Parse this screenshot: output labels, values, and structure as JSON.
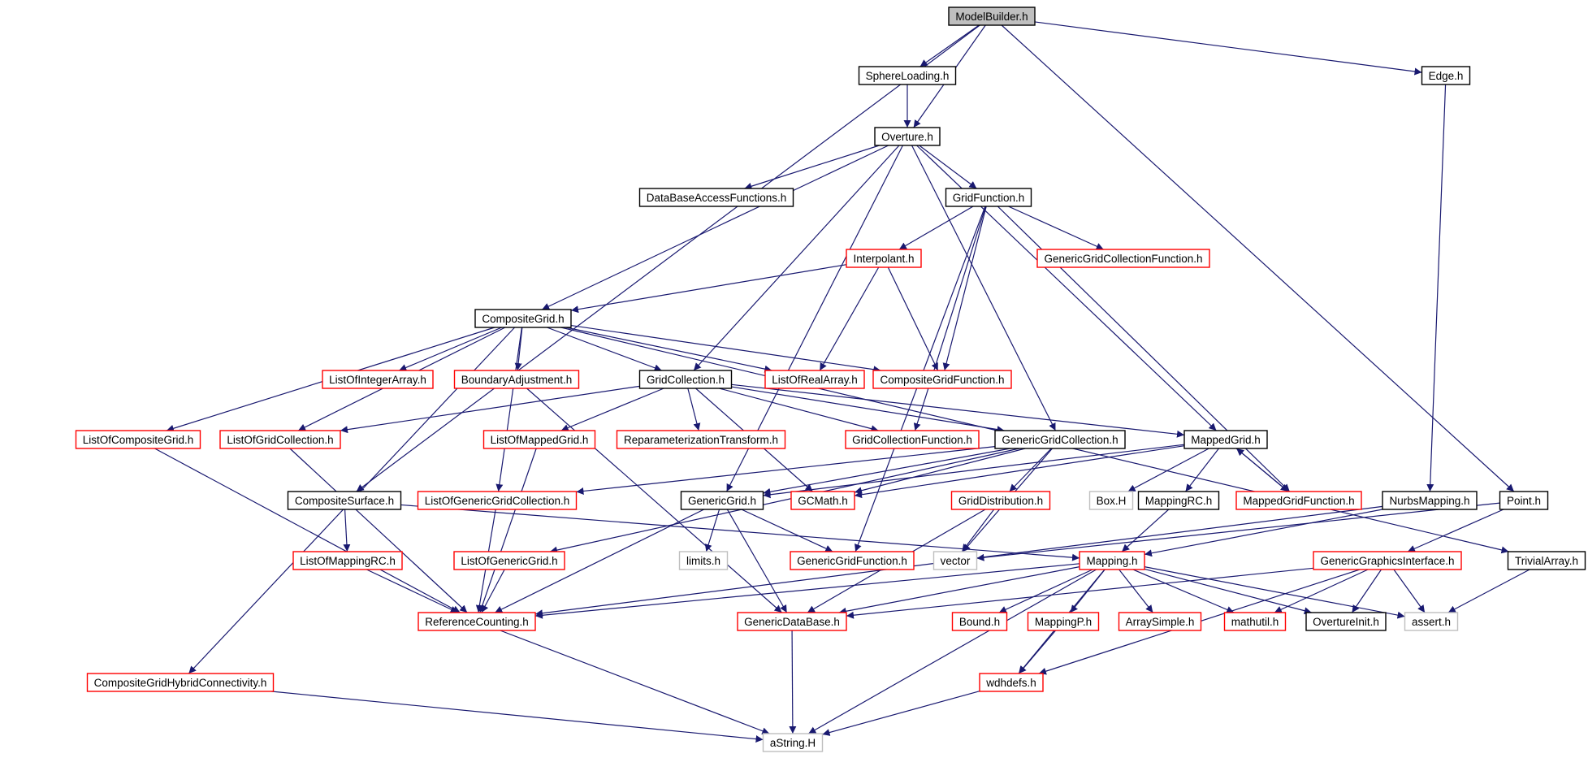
{
  "colors": {
    "edge": "#191970",
    "box_black": "#000000",
    "box_red": "#ff0000",
    "box_gray": "#bfbfbf",
    "root_fill": "#bfbfbf"
  },
  "nodes": [
    {
      "id": "ModelBuilder",
      "label": "ModelBuilder.h",
      "style": "root"
    },
    {
      "id": "SphereLoading",
      "label": "SphereLoading.h",
      "style": "black"
    },
    {
      "id": "Edge",
      "label": "Edge.h",
      "style": "black"
    },
    {
      "id": "Overture",
      "label": "Overture.h",
      "style": "black"
    },
    {
      "id": "DataBaseAccessFunctions",
      "label": "DataBaseAccessFunctions.h",
      "style": "black"
    },
    {
      "id": "GridFunction",
      "label": "GridFunction.h",
      "style": "black"
    },
    {
      "id": "Interpolant",
      "label": "Interpolant.h",
      "style": "red"
    },
    {
      "id": "GenericGridCollectionFunction",
      "label": "GenericGridCollectionFunction.h",
      "style": "red"
    },
    {
      "id": "CompositeGrid",
      "label": "CompositeGrid.h",
      "style": "black"
    },
    {
      "id": "ListOfIntegerArray",
      "label": "ListOfIntegerArray.h",
      "style": "red"
    },
    {
      "id": "BoundaryAdjustment",
      "label": "BoundaryAdjustment.h",
      "style": "red"
    },
    {
      "id": "GridCollection",
      "label": "GridCollection.h",
      "style": "black"
    },
    {
      "id": "ListOfRealArray",
      "label": "ListOfRealArray.h",
      "style": "red"
    },
    {
      "id": "CompositeGridFunction",
      "label": "CompositeGridFunction.h",
      "style": "red"
    },
    {
      "id": "ListOfCompositeGrid",
      "label": "ListOfCompositeGrid.h",
      "style": "red"
    },
    {
      "id": "ListOfGridCollection",
      "label": "ListOfGridCollection.h",
      "style": "red"
    },
    {
      "id": "ListOfMappedGrid",
      "label": "ListOfMappedGrid.h",
      "style": "red"
    },
    {
      "id": "ReparameterizationTransform",
      "label": "ReparameterizationTransform.h",
      "style": "red"
    },
    {
      "id": "GridCollectionFunction",
      "label": "GridCollectionFunction.h",
      "style": "red"
    },
    {
      "id": "GenericGridCollection",
      "label": "GenericGridCollection.h",
      "style": "black"
    },
    {
      "id": "MappedGrid",
      "label": "MappedGrid.h",
      "style": "black"
    },
    {
      "id": "CompositeSurface",
      "label": "CompositeSurface.h",
      "style": "black"
    },
    {
      "id": "ListOfGenericGridCollection",
      "label": "ListOfGenericGridCollection.h",
      "style": "red"
    },
    {
      "id": "GenericGrid",
      "label": "GenericGrid.h",
      "style": "black"
    },
    {
      "id": "GCMath",
      "label": "GCMath.h",
      "style": "red"
    },
    {
      "id": "GridDistribution",
      "label": "GridDistribution.h",
      "style": "red"
    },
    {
      "id": "BoxH",
      "label": "Box.H",
      "style": "gray"
    },
    {
      "id": "MappingRC",
      "label": "MappingRC.h",
      "style": "black"
    },
    {
      "id": "MappedGridFunction",
      "label": "MappedGridFunction.h",
      "style": "red"
    },
    {
      "id": "NurbsMapping",
      "label": "NurbsMapping.h",
      "style": "black"
    },
    {
      "id": "Point",
      "label": "Point.h",
      "style": "black"
    },
    {
      "id": "ListOfMappingRC",
      "label": "ListOfMappingRC.h",
      "style": "red"
    },
    {
      "id": "ListOfGenericGrid",
      "label": "ListOfGenericGrid.h",
      "style": "red"
    },
    {
      "id": "limits",
      "label": "limits.h",
      "style": "gray"
    },
    {
      "id": "GenericGridFunction",
      "label": "GenericGridFunction.h",
      "style": "red"
    },
    {
      "id": "vector",
      "label": "vector",
      "style": "gray"
    },
    {
      "id": "Mapping",
      "label": "Mapping.h",
      "style": "red"
    },
    {
      "id": "GenericGraphicsInterface",
      "label": "GenericGraphicsInterface.h",
      "style": "red"
    },
    {
      "id": "TrivialArray",
      "label": "TrivialArray.h",
      "style": "black"
    },
    {
      "id": "ReferenceCounting",
      "label": "ReferenceCounting.h",
      "style": "red"
    },
    {
      "id": "GenericDataBase",
      "label": "GenericDataBase.h",
      "style": "red"
    },
    {
      "id": "Bound",
      "label": "Bound.h",
      "style": "red"
    },
    {
      "id": "MappingP",
      "label": "MappingP.h",
      "style": "red"
    },
    {
      "id": "ArraySimple",
      "label": "ArraySimple.h",
      "style": "red"
    },
    {
      "id": "mathutil",
      "label": "mathutil.h",
      "style": "red"
    },
    {
      "id": "OvertureInit",
      "label": "OvertureInit.h",
      "style": "black"
    },
    {
      "id": "assert",
      "label": "assert.h",
      "style": "gray"
    },
    {
      "id": "CompositeGridHybridConnectivity",
      "label": "CompositeGridHybridConnectivity.h",
      "style": "red"
    },
    {
      "id": "wdhdefs",
      "label": "wdhdefs.h",
      "style": "red"
    },
    {
      "id": "aString",
      "label": "aString.H",
      "style": "gray"
    }
  ],
  "edges": [
    [
      "ModelBuilder",
      "SphereLoading"
    ],
    [
      "ModelBuilder",
      "Overture"
    ],
    [
      "ModelBuilder",
      "Edge"
    ],
    [
      "ModelBuilder",
      "Point"
    ],
    [
      "ModelBuilder",
      "CompositeSurface"
    ],
    [
      "SphereLoading",
      "Overture"
    ],
    [
      "Edge",
      "NurbsMapping"
    ],
    [
      "Overture",
      "DataBaseAccessFunctions"
    ],
    [
      "Overture",
      "GridFunction"
    ],
    [
      "Overture",
      "CompositeGrid"
    ],
    [
      "Overture",
      "GridCollection"
    ],
    [
      "Overture",
      "GenericGridCollection"
    ],
    [
      "Overture",
      "MappedGrid"
    ],
    [
      "Overture",
      "GenericGrid"
    ],
    [
      "GridFunction",
      "Interpolant"
    ],
    [
      "GridFunction",
      "GenericGridCollectionFunction"
    ],
    [
      "GridFunction",
      "CompositeGridFunction"
    ],
    [
      "GridFunction",
      "GridCollectionFunction"
    ],
    [
      "GridFunction",
      "MappedGridFunction"
    ],
    [
      "GridFunction",
      "GenericGridFunction"
    ],
    [
      "Interpolant",
      "CompositeGrid"
    ],
    [
      "Interpolant",
      "ListOfRealArray"
    ],
    [
      "Interpolant",
      "CompositeGridFunction"
    ],
    [
      "CompositeGrid",
      "ListOfIntegerArray"
    ],
    [
      "CompositeGrid",
      "BoundaryAdjustment"
    ],
    [
      "CompositeGrid",
      "GridCollection"
    ],
    [
      "CompositeGrid",
      "ListOfRealArray"
    ],
    [
      "CompositeGrid",
      "CompositeGridFunction"
    ],
    [
      "CompositeGrid",
      "ListOfCompositeGrid"
    ],
    [
      "CompositeGrid",
      "ListOfGridCollection"
    ],
    [
      "CompositeGrid",
      "ListOfGenericGridCollection"
    ],
    [
      "CompositeGrid",
      "TrivialArray"
    ],
    [
      "CompositeGrid",
      "CompositeGridHybridConnectivity"
    ],
    [
      "BoundaryAdjustment",
      "GenericDataBase"
    ],
    [
      "GridCollection",
      "ListOfGridCollection"
    ],
    [
      "GridCollection",
      "ListOfMappedGrid"
    ],
    [
      "GridCollection",
      "ReparameterizationTransform"
    ],
    [
      "GridCollection",
      "GridCollectionFunction"
    ],
    [
      "GridCollection",
      "GenericGridCollection"
    ],
    [
      "GridCollection",
      "MappedGrid"
    ],
    [
      "GridCollection",
      "GCMath"
    ],
    [
      "ListOfCompositeGrid",
      "ReferenceCounting"
    ],
    [
      "ListOfGridCollection",
      "ReferenceCounting"
    ],
    [
      "ListOfMappedGrid",
      "ReferenceCounting"
    ],
    [
      "GenericGridCollection",
      "ListOfGenericGridCollection"
    ],
    [
      "GenericGridCollection",
      "GenericGrid"
    ],
    [
      "GenericGridCollection",
      "GCMath"
    ],
    [
      "GenericGridCollection",
      "GridDistribution"
    ],
    [
      "GenericGridCollection",
      "ListOfGenericGrid"
    ],
    [
      "GenericGridCollection",
      "vector"
    ],
    [
      "MappedGrid",
      "GenericGrid"
    ],
    [
      "MappedGrid",
      "GCMath"
    ],
    [
      "MappedGrid",
      "BoxH"
    ],
    [
      "MappedGrid",
      "MappingRC"
    ],
    [
      "MappedGrid",
      "MappedGridFunction"
    ],
    [
      "MappedGridFunction",
      "MappedGrid"
    ],
    [
      "MappingRC",
      "Mapping"
    ],
    [
      "CompositeSurface",
      "ListOfMappingRC"
    ],
    [
      "CompositeSurface",
      "Mapping"
    ],
    [
      "ListOfGenericGridCollection",
      "ReferenceCounting"
    ],
    [
      "GenericGrid",
      "limits"
    ],
    [
      "GenericGrid",
      "GenericGridFunction"
    ],
    [
      "GenericGrid",
      "ReferenceCounting"
    ],
    [
      "GenericGrid",
      "GenericDataBase"
    ],
    [
      "GridDistribution",
      "vector"
    ],
    [
      "GridDistribution",
      "GenericDataBase"
    ],
    [
      "NurbsMapping",
      "Mapping"
    ],
    [
      "NurbsMapping",
      "ReferenceCounting"
    ],
    [
      "Point",
      "vector"
    ],
    [
      "Point",
      "GenericGraphicsInterface"
    ],
    [
      "ListOfMappingRC",
      "ReferenceCounting"
    ],
    [
      "ListOfGenericGrid",
      "ReferenceCounting"
    ],
    [
      "Mapping",
      "ReferenceCounting"
    ],
    [
      "Mapping",
      "GenericDataBase"
    ],
    [
      "Mapping",
      "Bound"
    ],
    [
      "Mapping",
      "MappingP"
    ],
    [
      "Mapping",
      "ArraySimple"
    ],
    [
      "Mapping",
      "mathutil"
    ],
    [
      "Mapping",
      "OvertureInit"
    ],
    [
      "Mapping",
      "assert"
    ],
    [
      "Mapping",
      "wdhdefs"
    ],
    [
      "Mapping",
      "aString"
    ],
    [
      "GenericGraphicsInterface",
      "GenericDataBase"
    ],
    [
      "GenericGraphicsInterface",
      "mathutil"
    ],
    [
      "GenericGraphicsInterface",
      "OvertureInit"
    ],
    [
      "GenericGraphicsInterface",
      "assert"
    ],
    [
      "GenericGraphicsInterface",
      "wdhdefs"
    ],
    [
      "TrivialArray",
      "assert"
    ],
    [
      "ReferenceCounting",
      "aString"
    ],
    [
      "GenericDataBase",
      "aString"
    ],
    [
      "MappingP",
      "wdhdefs"
    ],
    [
      "wdhdefs",
      "aString"
    ],
    [
      "CompositeGridHybridConnectivity",
      "aString"
    ]
  ]
}
